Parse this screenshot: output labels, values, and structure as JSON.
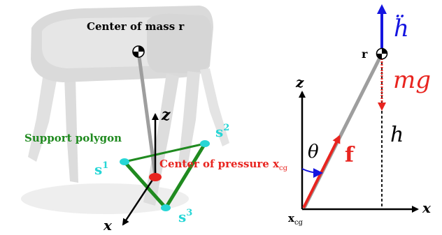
{
  "left_panel": {
    "com_label": "Center of mass r",
    "support_label": "Support polygon",
    "cop_label_main": "Center of pressure x",
    "cop_label_sub": "cg",
    "z_label": "z",
    "x_label": "x",
    "s1": {
      "base": "s",
      "sup": "1"
    },
    "s2": {
      "base": "s",
      "sup": "2"
    },
    "s3": {
      "base": "s",
      "sup": "3"
    }
  },
  "right_panel": {
    "hddot_label": "ḧ",
    "r_label": "r",
    "mg_label": "mg",
    "z_label": "z",
    "h_label": "h",
    "theta_label": "θ",
    "f_label": "f",
    "x_label": "x",
    "xcg_main": "x",
    "xcg_sub": "cg"
  },
  "colors": {
    "green": "#1f8a1f",
    "cyan": "#27d6d6",
    "red": "#e8241f",
    "blue": "#1515e0",
    "rod": "#a9a9a9",
    "robot": "#d3d3d3"
  }
}
